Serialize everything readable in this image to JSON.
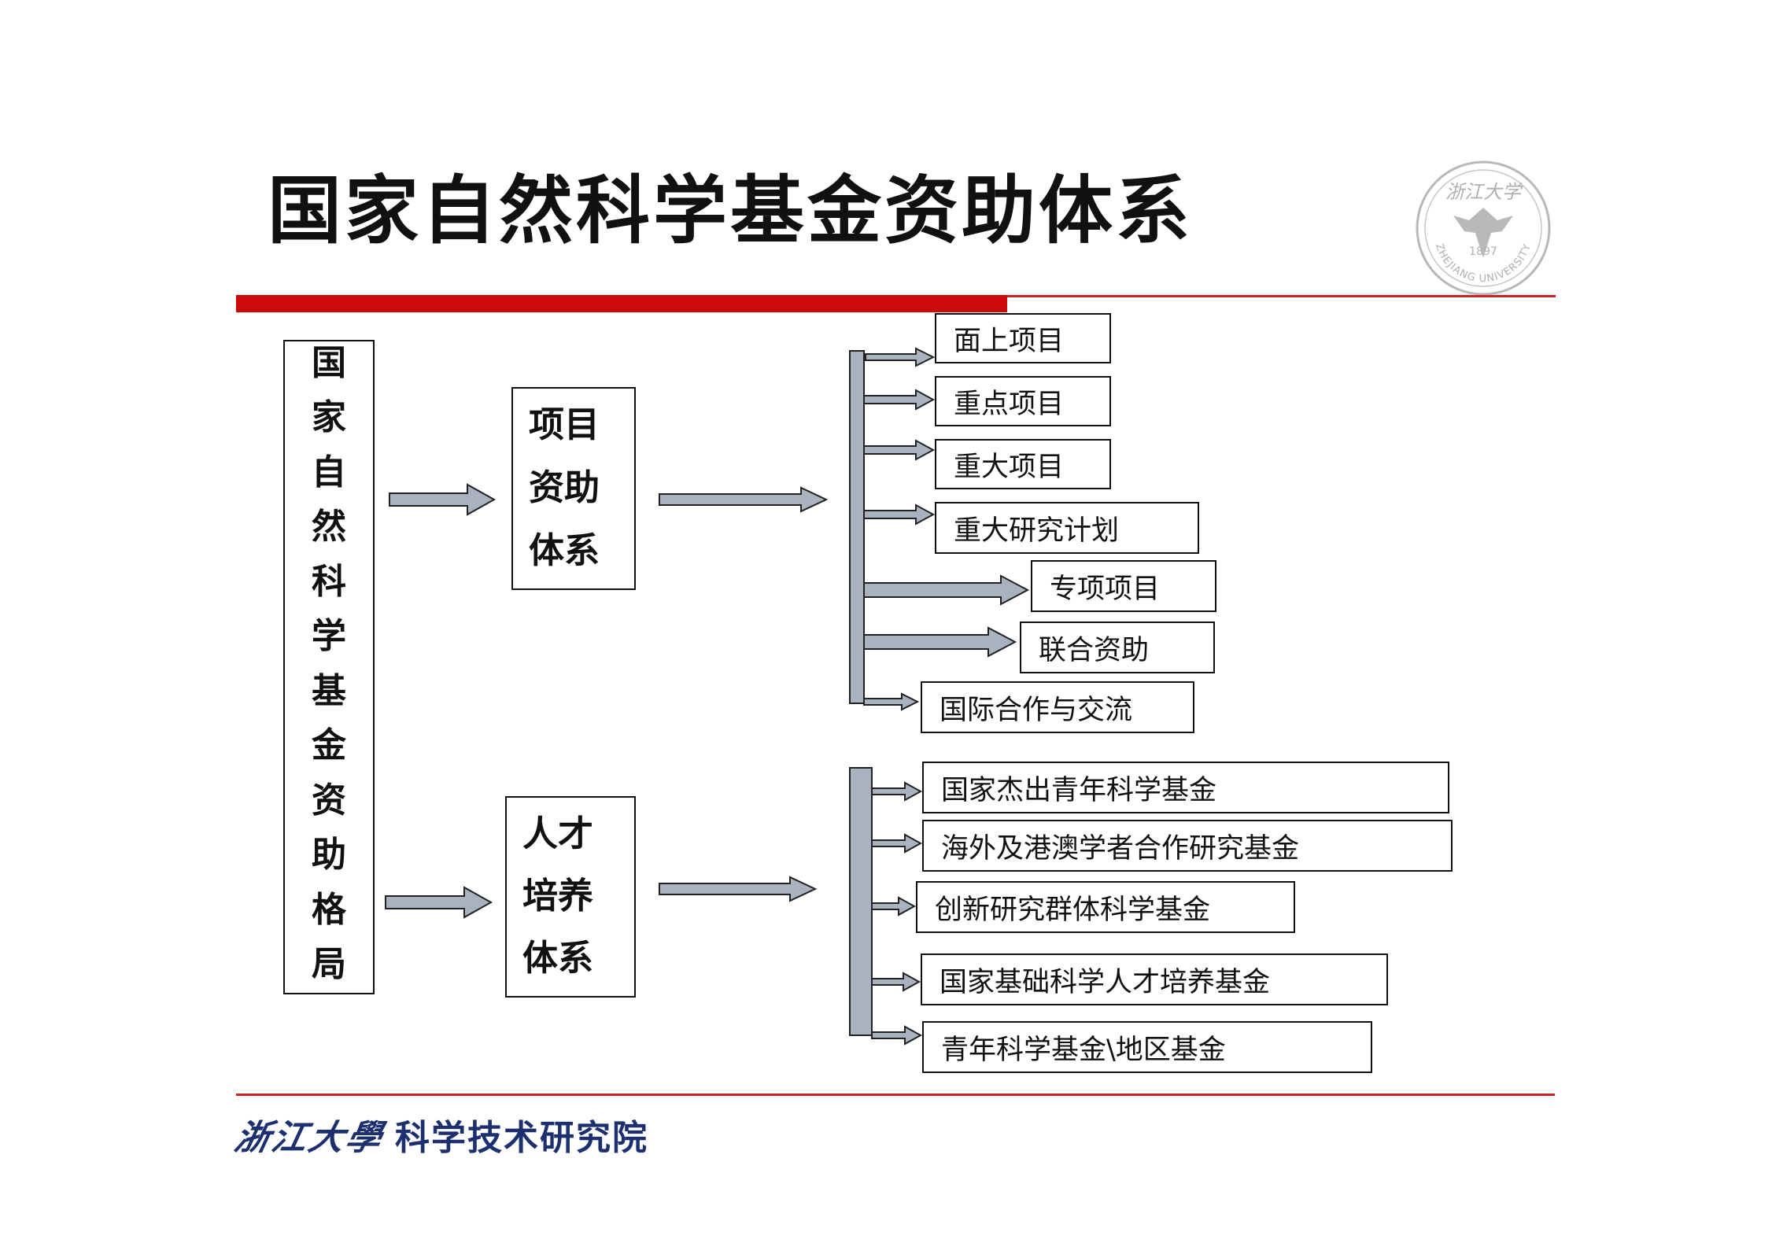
{
  "slide": {
    "title": "国家自然科学基金资助体系",
    "left_block_chars": [
      "国",
      "家",
      "自",
      "然",
      "科",
      "学",
      "基",
      "金",
      "资",
      "助",
      "格",
      "局"
    ],
    "project_system_lines": [
      "项目",
      "资助",
      "体系"
    ],
    "talent_system_lines": [
      "人才",
      "培养",
      "体系"
    ],
    "project_items": [
      "面上项目",
      "重点项目",
      "重大项目",
      "重大研究计划",
      "专项项目",
      "联合资助",
      "国际合作与交流"
    ],
    "talent_items": [
      "国家杰出青年科学基金",
      "海外及港澳学者合作研究基金",
      "创新研究群体科学基金",
      "国家基础科学人才培养基金",
      "青年科学基金\\地区基金"
    ]
  },
  "footer": {
    "university": "浙江大學",
    "institute": "科学技术研究院"
  },
  "seal": {
    "text_top": "浙江大学",
    "year": "1897",
    "text_bottom": "ZHEJIANG UNIVERSITY"
  },
  "colors": {
    "accent_red": "#cc0a0a",
    "arrow_fill": "#a9b3bf",
    "footer_blue": "#1c2f6e"
  }
}
